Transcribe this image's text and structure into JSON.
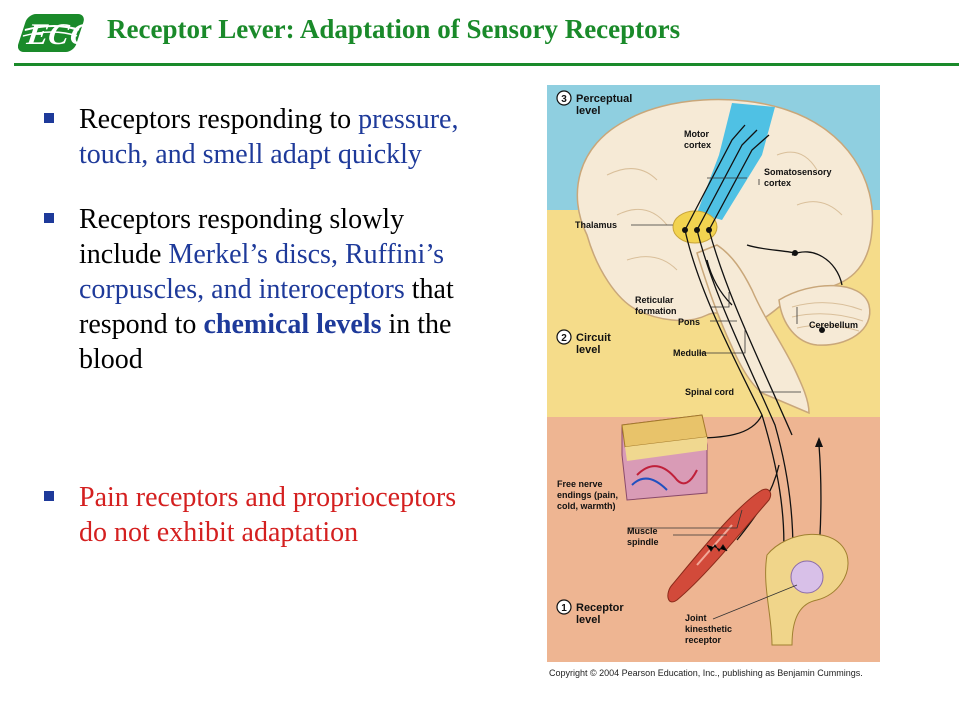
{
  "header": {
    "title": "Receptor Lever: Adaptation of Sensory Receptors"
  },
  "bullets": {
    "b1": {
      "plain": "Receptors responding to ",
      "highlight": "pressure, touch, and smell adapt quickly"
    },
    "b2": {
      "part1": "Receptors responding slowly include ",
      "highlight1": "Merkel’s discs, Ruffini’s corpuscles, and interoceptors",
      "part2": " that respond to ",
      "highlight2": "chemical levels",
      "part3": " in the blood"
    },
    "b3": {
      "text": "Pain receptors and proprioceptors do not exhibit adaptation"
    }
  },
  "figure": {
    "labels": {
      "level3_num": "3",
      "level3_a": "Perceptual",
      "level3_b": "level",
      "motor_a": "Motor",
      "motor_b": "cortex",
      "soma_a": "Somatosensory",
      "soma_b": "cortex",
      "thalamus": "Thalamus",
      "reticular_a": "Reticular",
      "reticular_b": "formation",
      "pons": "Pons",
      "cerebellum": "Cerebellum",
      "level2_num": "2",
      "level2_a": "Circuit",
      "level2_b": "level",
      "medulla": "Medulla",
      "spinal": "Spinal cord",
      "free_a": "Free nerve",
      "free_b": "endings (pain,",
      "free_c": "cold, warmth)",
      "muscle_a": "Muscle",
      "muscle_b": "spindle",
      "level1_num": "1",
      "level1_a": "Receptor",
      "level1_b": "level",
      "joint_a": "Joint",
      "joint_b": "kinesthetic",
      "joint_c": "receptor"
    },
    "colors": {
      "perceptual_bg": "#8fcfe0",
      "circuit_bg": "#f5dc8a",
      "receptor_bg": "#eeb592",
      "brain": "#f6ead6",
      "cortex_highlight": "#4fc1e4",
      "thalamus": "#f2d350"
    }
  },
  "copyright": "Copyright © 2004 Pearson Education, Inc., publishing as Benjamin Cummings."
}
